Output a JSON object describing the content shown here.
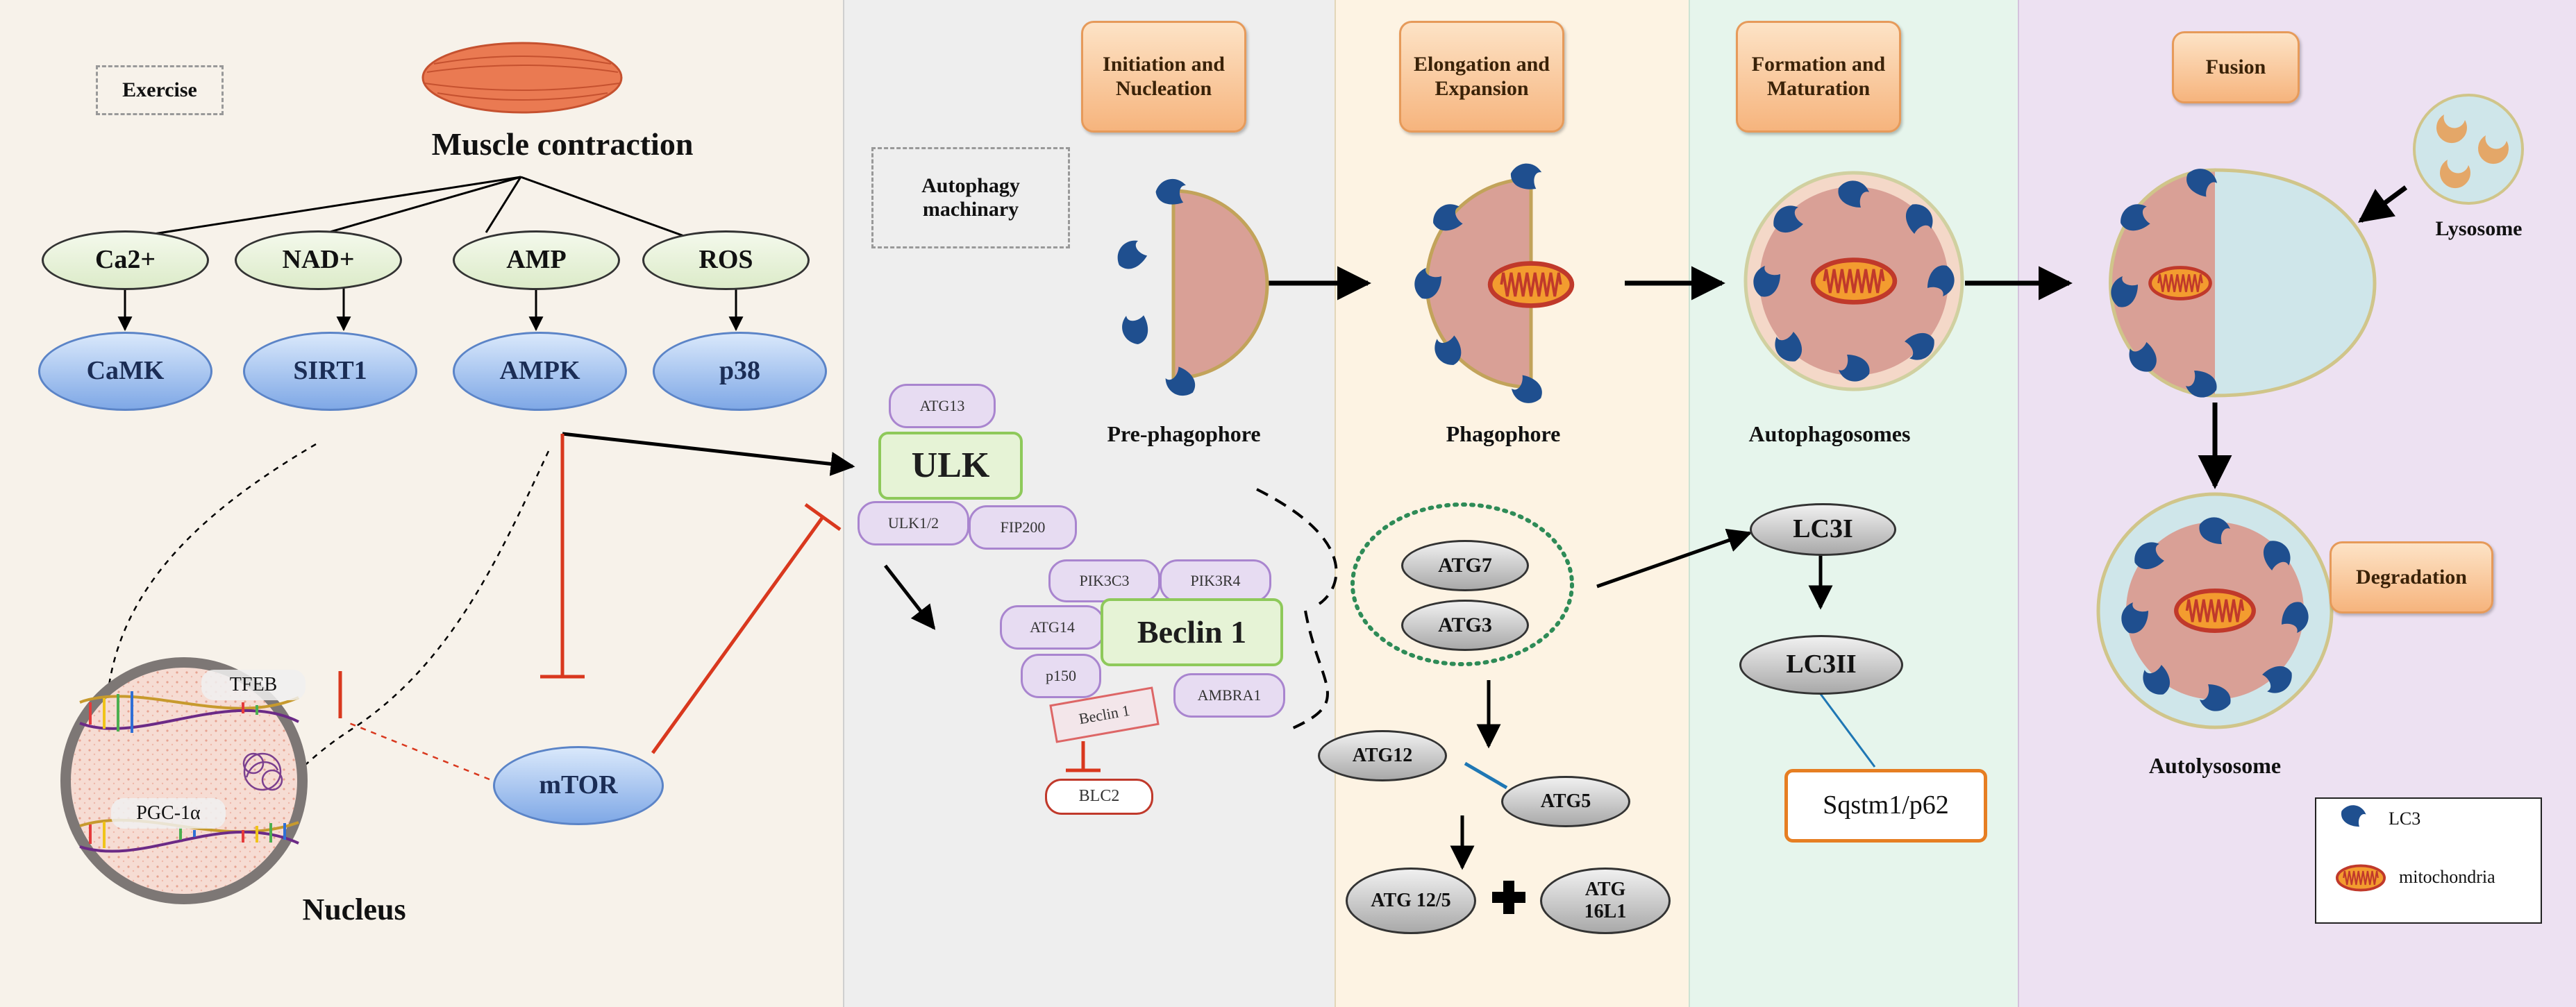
{
  "left": {
    "exercise": "Exercise",
    "muscle": "Muscle contraction",
    "signals": [
      "Ca2+",
      "NAD+",
      "AMP",
      "ROS"
    ],
    "kinases": [
      "CaMK",
      "SIRT1",
      "AMPK",
      "p38"
    ],
    "mtor": "mTOR",
    "tfeb": "TFEB",
    "pgc": "PGC-1α",
    "nucleus": "Nucleus"
  },
  "machinery": {
    "title": "Autophagy machinary",
    "atg13": "ATG13",
    "ulk": "ULK",
    "ulk12": "ULK1/2",
    "fip200": "FIP200",
    "pik3c3": "PIK3C3",
    "pik3r4": "PIK3R4",
    "atg14": "ATG14",
    "beclin1_big": "Beclin 1",
    "p150": "p150",
    "beclin1_small": "Beclin 1",
    "ambra1": "AMBRA1",
    "blc2": "BLC2"
  },
  "stages": [
    "Initiation and Nucleation",
    "Elongation and Expansion",
    "Formation and Maturation",
    "Fusion",
    "Degradation"
  ],
  "structures": {
    "prephagophore": "Pre-phagophore",
    "phagophore": "Phagophore",
    "autophagosomes": "Autophagosomes",
    "lysosome": "Lysosome",
    "autolysosome": "Autolysosome"
  },
  "conjugation": {
    "atg7": "ATG7",
    "atg3": "ATG3",
    "atg12": "ATG12",
    "atg5": "ATG5",
    "atg125": "ATG 12/5",
    "atg16l1": "ATG 16L1",
    "lc3i": "LC3I",
    "lc3ii": "LC3II",
    "sqstm1": "Sqstm1/p62"
  },
  "legend": {
    "lc3": "LC3",
    "mito": "mitochondria"
  },
  "colors": {
    "panel_left": "#f7f2ea",
    "panel_machinery": "#eeeeee",
    "panel_elongation": "#fdf3e3",
    "panel_formation": "#e6f5ec",
    "panel_fusion": "#ede1f2",
    "inhibit": "#d9381e",
    "lc3": "#1f4f8f",
    "vesicle": "#d9a096",
    "lysosome": "#cfe6ea"
  }
}
